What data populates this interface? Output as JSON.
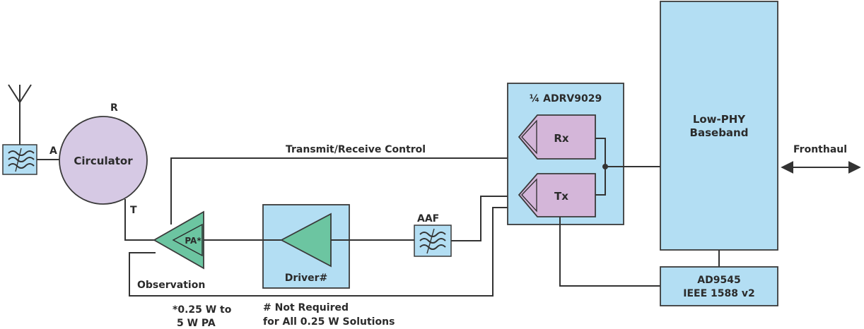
{
  "labels": {
    "circulator": "Circulator",
    "port_r": "R",
    "port_a": "A",
    "port_t": "T",
    "trx_control": "Transmit/Receive Control",
    "observation": "Observation",
    "pa": "PA*",
    "driver": "Driver#",
    "aaf": "AAF",
    "adrv": "¼ ADRV9029",
    "rx": "Rx",
    "tx": "Tx",
    "baseband_line1": "Low-PHY",
    "baseband_line2": "Baseband",
    "fronthaul": "Fronthaul",
    "ad9545_line1": "AD9545",
    "ad9545_line2": "IEEE 1588 v2",
    "note_pa_line1": "*0.25 W to",
    "note_pa_line2": "5 W PA",
    "note_driver_line1": "# Not Required",
    "note_driver_line2": "for All 0.25 W Solutions"
  },
  "colors": {
    "block_blue": "#b3def3",
    "block_blue_border": "#3a3a3a",
    "circulator_fill": "#d6c9e4",
    "rxtx_fill": "#d4b6d9",
    "amp_green": "#6cc5a1",
    "wire": "#333333"
  },
  "icons": {
    "antenna": "antenna-icon",
    "filter": "bandpass-filter-icon",
    "arrow": "double-arrow-icon"
  }
}
